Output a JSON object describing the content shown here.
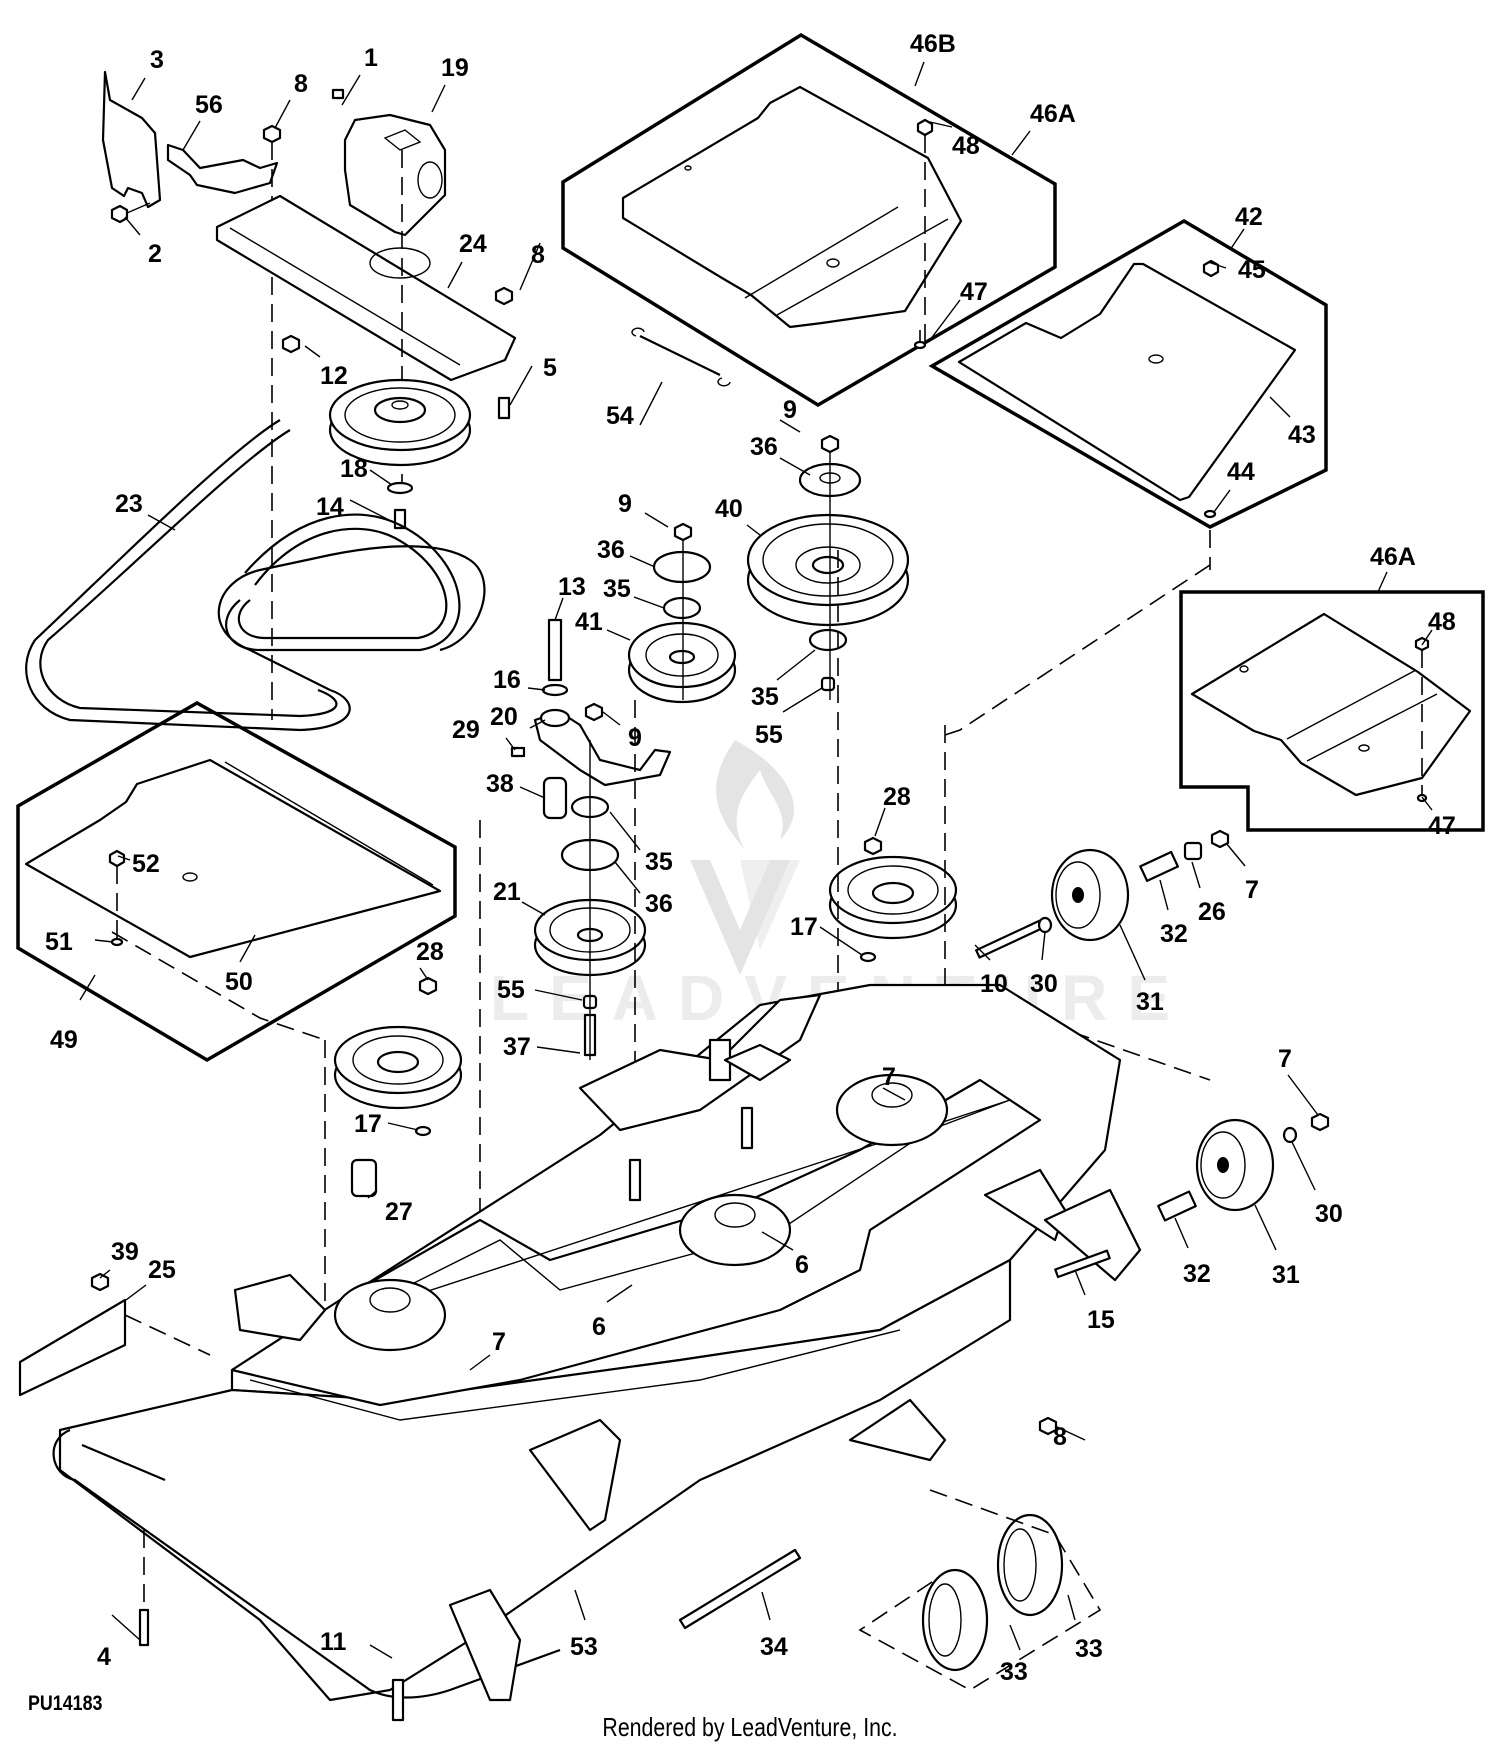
{
  "diagram": {
    "type": "exploded-parts-diagram",
    "subject": "mower deck assembly",
    "reference_code": "PU14183",
    "credit": "Rendered by LeadVenture, Inc.",
    "watermark": "LEADVENTURE",
    "callouts": {
      "c1": "1",
      "c2": "2",
      "c3": "3",
      "c4": "4",
      "c5": "5",
      "c6a": "6",
      "c6b": "6",
      "c7a": "7",
      "c7b": "7",
      "c7c": "7",
      "c7d": "7",
      "c8a": "8",
      "c8b": "8",
      "c8c": "8",
      "c9a": "9",
      "c9b": "9",
      "c9c": "9",
      "c10": "10",
      "c11": "11",
      "c12": "12",
      "c13": "13",
      "c14": "14",
      "c15": "15",
      "c16": "16",
      "c17a": "17",
      "c17b": "17",
      "c18": "18",
      "c19": "19",
      "c20": "20",
      "c21": "21",
      "c23": "23",
      "c24": "24",
      "c25": "25",
      "c26": "26",
      "c27": "27",
      "c28a": "28",
      "c28b": "28",
      "c29": "29",
      "c30a": "30",
      "c30b": "30",
      "c31a": "31",
      "c31b": "31",
      "c32a": "32",
      "c32b": "32",
      "c33a": "33",
      "c33b": "33",
      "c34": "34",
      "c35a": "35",
      "c35b": "35",
      "c35c": "35",
      "c36a": "36",
      "c36b": "36",
      "c36c": "36",
      "c37": "37",
      "c38": "38",
      "c39": "39",
      "c40": "40",
      "c41": "41",
      "c42": "42",
      "c43": "43",
      "c44": "44",
      "c45": "45",
      "c46a1": "46A",
      "c46a2": "46A",
      "c46b": "46B",
      "c47a": "47",
      "c47b": "47",
      "c48a": "48",
      "c48b": "48",
      "c49": "49",
      "c50": "50",
      "c51": "51",
      "c52": "52",
      "c53": "53",
      "c54": "54",
      "c55a": "55",
      "c55b": "55",
      "c56": "56"
    }
  }
}
